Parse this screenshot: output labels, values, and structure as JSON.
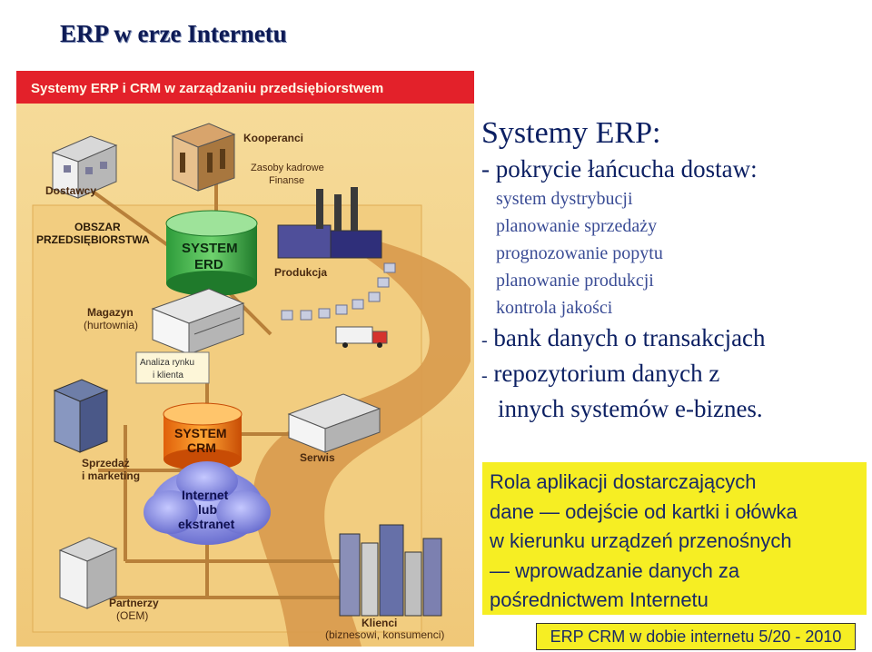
{
  "slide": {
    "title": "ERP w erze Internetu",
    "footer": "ERP CRM w dobie internetu  5/20 - 2010"
  },
  "diagram": {
    "header": "Systemy ERP i CRM w zarządzaniu przedsiębiorstwem",
    "labels": {
      "dostawcy": "Dostawcy",
      "kooperanci": "Kooperanci",
      "zasoby_1": "Zasoby kadrowe",
      "zasoby_2": "Finanse",
      "obszar_1": "OBSZAR",
      "obszar_2": "PRZEDSIĘBIORSTWA",
      "system_erd_1": "SYSTEM",
      "system_erd_2": "ERD",
      "produkcja": "Produkcja",
      "magazyn_1": "Magazyn",
      "magazyn_2": "(hurtownia)",
      "analiza_1": "Analiza rynku",
      "analiza_2": "i klienta",
      "system_crm_1": "SYSTEM",
      "system_crm_2": "CRM",
      "serwis": "Serwis",
      "sprzedaz_1": "Sprzedaż",
      "sprzedaz_2": "i marketing",
      "internet_1": "Internet",
      "internet_2": "lub",
      "internet_3": "ekstranet",
      "partnerzy_1": "Partnerzy",
      "partnerzy_2": "(OEM)",
      "klienci_1": "Klienci",
      "klienci_2": "(biznesowi, konsumenci)"
    }
  },
  "content": {
    "heading": "Systemy ERP:",
    "supply_chain": "- pokrycie łańcucha dostaw:",
    "sub_items": [
      "system dystrybucji",
      "planowanie sprzedaży",
      "prognozowanie popytu",
      "planowanie produkcji",
      "kontrola jakości"
    ],
    "bullet_bank": "bank danych o transakcjach",
    "bullet_repo_1": "repozytorium danych z",
    "bullet_repo_2": "innych systemów e-biznes.",
    "dash": "-"
  },
  "note": {
    "lines": [
      "Rola aplikacji dostarczających",
      "dane — odejście od kartki i ołówka",
      "w kierunku urządzeń przenośnych",
      "— wprowadzanie danych za",
      "pośrednictwem Internetu"
    ]
  }
}
